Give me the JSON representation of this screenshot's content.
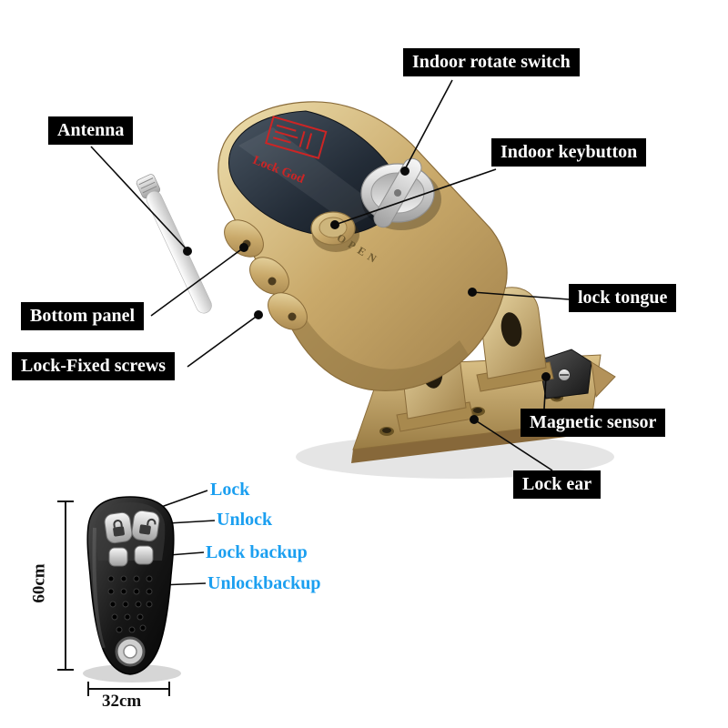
{
  "callouts": {
    "indoor_rotate_switch": "Indoor rotate switch",
    "antenna": "Antenna",
    "indoor_keybutton": "Indoor keybutton",
    "bottom_panel": "Bottom panel",
    "lock_tongue": "lock tongue",
    "lock_fixed_screws": "Lock-Fixed screws",
    "magnetic_sensor": "Magnetic sensor",
    "lock_ear": "Lock ear"
  },
  "remote_callouts": {
    "lock": "Lock",
    "unlock": "Unlock",
    "lock_backup": "Lock backup",
    "unlock_backup": "Unlockbackup"
  },
  "dimensions": {
    "height": "60cm",
    "width": "32cm"
  },
  "device": {
    "brand": "Lock God",
    "knob_engraving": "OPEN"
  },
  "colors": {
    "callout_bg": "#000000",
    "callout_text": "#ffffff",
    "remote_callout_text": "#1b9ff0",
    "body_gold": "#c9a96a",
    "brand_red": "#cc2525"
  }
}
